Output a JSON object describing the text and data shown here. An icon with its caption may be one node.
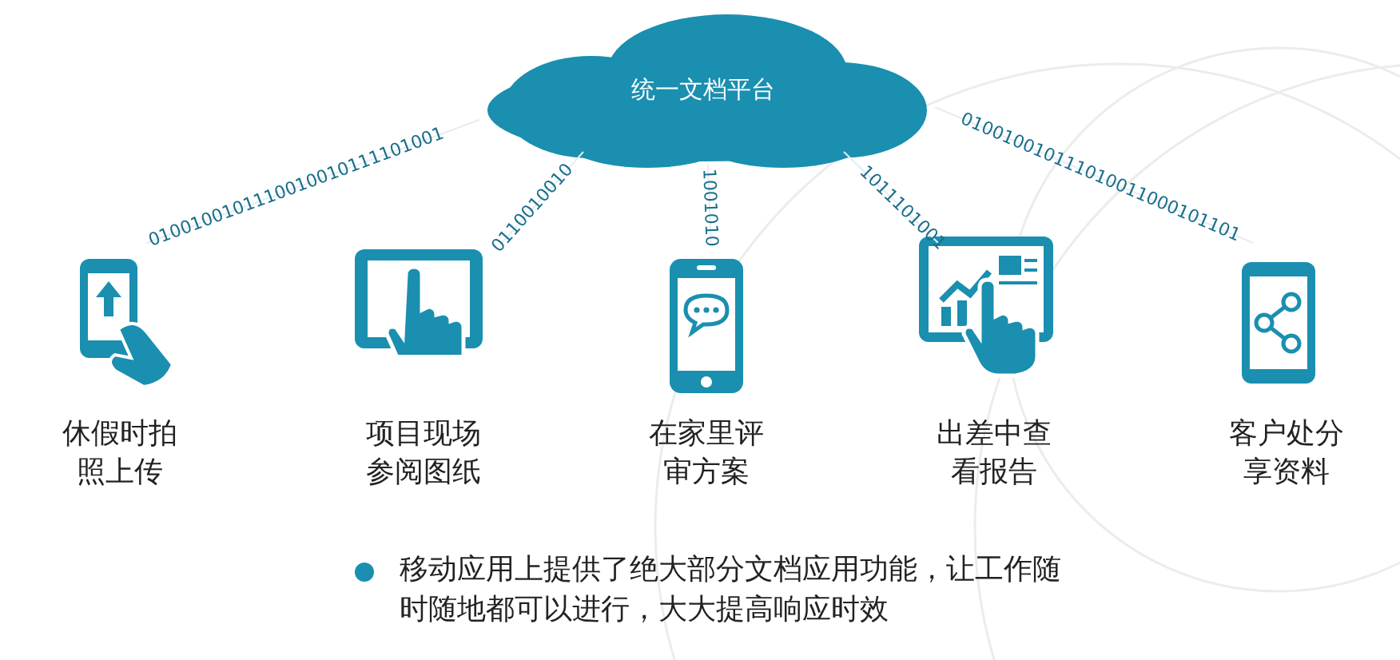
{
  "diagram": {
    "nodes": [
      {
        "text": [
          "统一文档平台"
        ]
      },
      {
        "text": [
          "休假时拍照上传"
        ]
      },
      {
        "text": [
          "项目现场参阅图纸"
        ]
      },
      {
        "text": [
          "在家里评审方案"
        ]
      },
      {
        "text": [
          "出差中查看报告"
        ]
      },
      {
        "text": [
          "客户处分享资料"
        ]
      }
    ],
    "edges": [
      {
        "from": 0,
        "to": 1,
        "arrow": "none",
        "label": "0100100101110010010111101001"
      },
      {
        "from": 0,
        "to": 2,
        "arrow": "none",
        "label": "0110010010"
      },
      {
        "from": 0,
        "to": 3,
        "arrow": "none",
        "label": "1001010"
      },
      {
        "from": 0,
        "to": 4,
        "arrow": "none",
        "label": "1011101001"
      },
      {
        "from": 0,
        "to": 5,
        "arrow": "none",
        "label": "010010010111010011000101101"
      }
    ],
    "labels": [
      "移动应用上提供了绝大部分文档应用功能，让工作随时随地都可以进行，大大提高响应时效"
    ]
  }
}
